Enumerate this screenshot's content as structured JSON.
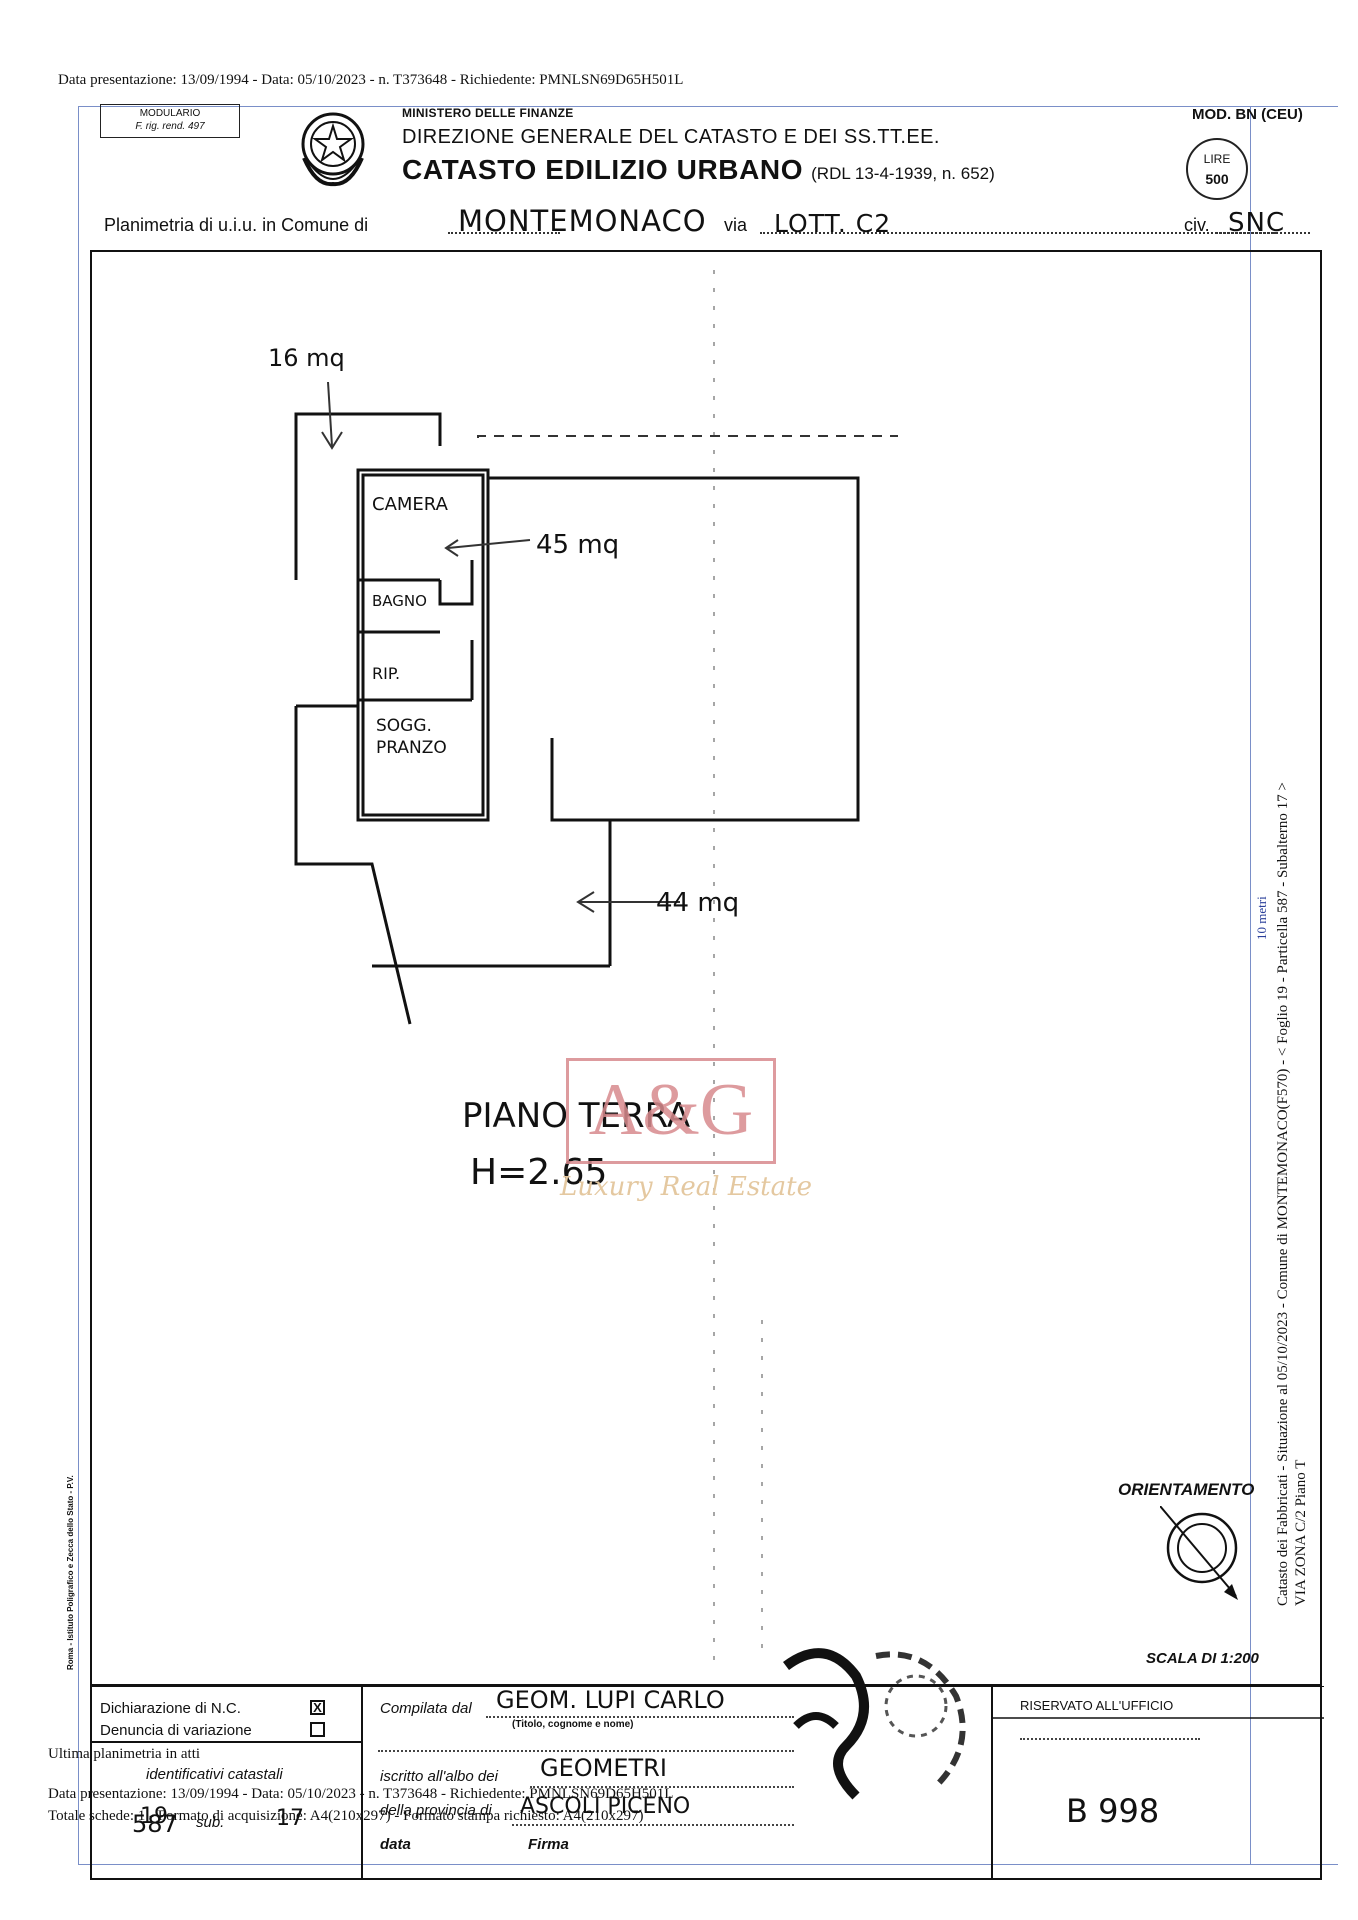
{
  "header": {
    "presentation_line": "Data presentazione: 13/09/1994 - Data: 05/10/2023 - n. T373648 - Richiedente: PMNLSN69D65H501L"
  },
  "form": {
    "modulario_line1": "MODULARIO",
    "modulario_line2": "F. rig. rend. 497",
    "ministero": "MINISTERO DELLE FINANZE",
    "direzione": "DIREZIONE GENERALE DEL CATASTO E DEI SS.TT.EE.",
    "catasto": "CATASTO EDILIZIO URBANO",
    "rdl": "(RDL 13-4-1939, n. 652)",
    "mod_sn": "MOD. BN (CEU)",
    "lire_label": "LIRE",
    "lire_value": "500"
  },
  "plan_line": {
    "prefix": "Planimetria di u.i.u. in Comune di",
    "comune": "MONTEMONACO",
    "via_label": "via",
    "via_value": "LOTT.  C2",
    "civ_label": "civ.",
    "civ_value": "SNC"
  },
  "floorplan": {
    "area_top": "16 mq",
    "area_main": "45 mq",
    "area_bottom": "44 mq",
    "rooms": {
      "camera": "CAMERA",
      "bagno": "BAGNO",
      "rip": "RIP.",
      "sogg_line1": "SOGG.",
      "sogg_line2": "PRANZO"
    },
    "floor_label": "PIANO TERRA",
    "height_label": "H=2.65"
  },
  "watermark": {
    "logo": "A&G",
    "tagline": "Luxury Real Estate"
  },
  "legend": {
    "orientamento": "ORIENTAMENTO",
    "scala": "SCALA DI 1:200"
  },
  "side_text": {
    "vertical_line1": "Catasto dei Fabbricati - Situazione al 05/10/2023 - Comune di MONTEMONACO(F570) - < Foglio 19 - Particella 587 - Subalterno 17 >",
    "vertical_line2": "VIA ZONA C/2 Piano T",
    "metri": "10 metri",
    "printer_note": "Roma - Istituto Poligrafico e Zecca dello Stato - P.V."
  },
  "bottom": {
    "dichiarazione": "Dichiarazione di N.C.",
    "dichiarazione_mark": "X",
    "denuncia": "Denuncia di variazione",
    "compilata_label": "Compilata dal",
    "compilata_value": "GEOM. LUPI CARLO",
    "titolo_hint": "(Titolo, cognome e nome)",
    "riservato": "RISERVATO ALL'UFFICIO",
    "ultima": "Ultima planimetria in atti",
    "identificativi": "identificativi catastali",
    "iscritto_label": "iscritto all'albo dei",
    "iscritto_value": "GEOMETRI",
    "overlay_line": "Data presentazione: 13/09/1994 - Data: 05/10/2023 - n. T373648 - Richiedente: PMNLSN69D65H501L",
    "provincia_label": "della provincia di",
    "provincia_value": "ASCOLI PICENO",
    "foglio": "19",
    "particella": "587",
    "sub_label": "sub.",
    "sub_value": "17",
    "totale_line": "Totale schede: 1 - Formato di acquisizione: A4(210x297) - Formato stampa richiesto: A4(210x297)",
    "data_label": "data",
    "firma_label": "Firma",
    "office_code": "B 998"
  }
}
